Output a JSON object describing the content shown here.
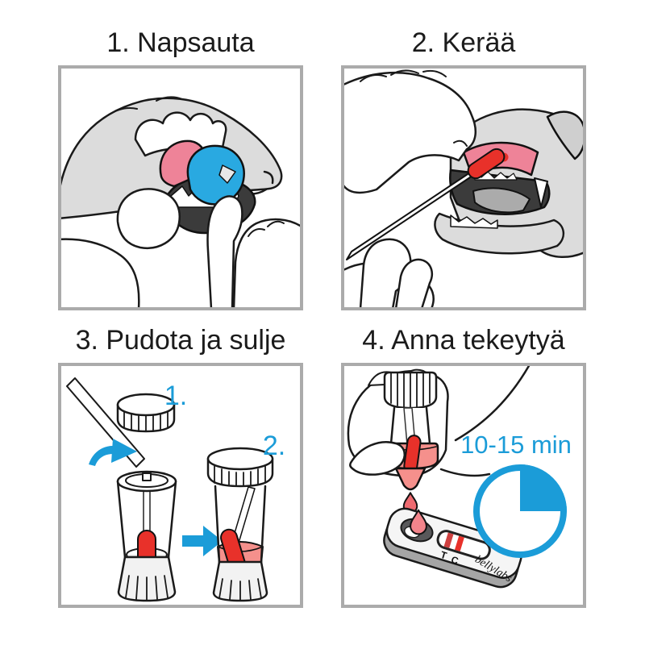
{
  "colors": {
    "accent_blue": "#1b9cd8",
    "device_blue": "#29a9e1",
    "swab_red": "#e8312a",
    "gum_pink": "#ee8398",
    "liquid_pink": "#f5908c",
    "dog_gray": "#dcdcdc",
    "mouth_dark": "#3b3b3b",
    "panel_border_gray": "#ababab",
    "outline_black": "#1a1a1a"
  },
  "steps": [
    {
      "title": "1. Napsauta"
    },
    {
      "title": "2. Kerää"
    },
    {
      "title": "3. Pudota ja sulje",
      "substep_1": "1.",
      "substep_2": "2."
    },
    {
      "title": "4. Anna tekeytyä",
      "duration": "10-15 min",
      "line_t": "T",
      "line_c": "C",
      "brand": "bellylabs"
    }
  ]
}
